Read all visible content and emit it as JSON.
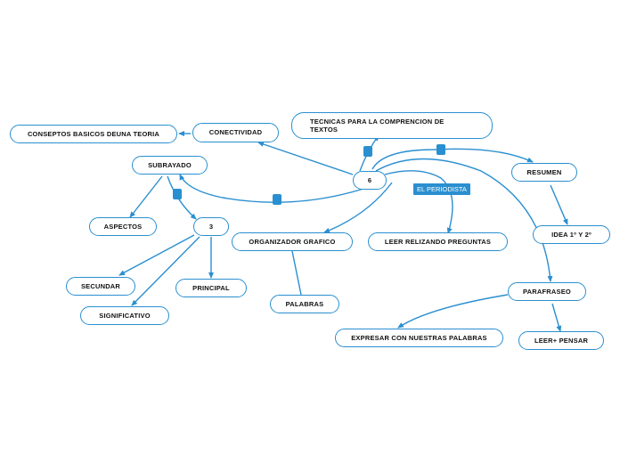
{
  "colors": {
    "accent": "#2a8fd0",
    "text": "#111111",
    "background": "#ffffff"
  },
  "nodes": {
    "center": "6",
    "tecnicas": "TECNICAS PARA LA COMPRENCION DE TEXTOS",
    "conectividad": "CONECTIVIDAD",
    "conseptos": "CONSEPTOS BASICOS DEUNA TEORIA",
    "subrayado": "SUBRAYADO",
    "aspectos": "ASPECTOS",
    "tres": "3",
    "secundar": "SECUNDAR",
    "principal": "PRINCIPAL",
    "significativo": "SIGNIFICATIVO",
    "organizador": "ORGANIZADOR GRAFICO",
    "palabras": "PALABRAS",
    "leer_preguntas": "LEER RELIZANDO PREGUNTAS",
    "resumen": "RESUMEN",
    "idea": "IDEA 1º Y 2º",
    "parafraseo": "PARAFRASEO",
    "expresar": "EXPRESAR CON NUESTRAS PALABRAS",
    "leer_pensar": "LEER+ PENSAR"
  },
  "tags": {
    "periodista": "EL PERIODISTA"
  }
}
